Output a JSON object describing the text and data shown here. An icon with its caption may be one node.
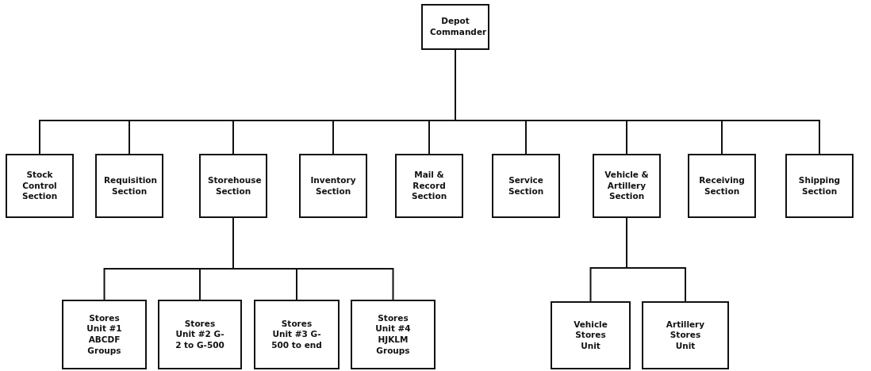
{
  "diagram": {
    "nodes": [
      {
        "text": [
          "Depot Commander"
        ]
      },
      {
        "text": [
          "Stock Control Section"
        ]
      },
      {
        "text": [
          "Requisition Section"
        ]
      },
      {
        "text": [
          "Storehouse Section"
        ]
      },
      {
        "text": [
          "Inventory Section"
        ]
      },
      {
        "text": [
          "Mail & Record Section"
        ]
      },
      {
        "text": [
          "Service Section"
        ]
      },
      {
        "text": [
          "Vehicle & Artillery Section"
        ]
      },
      {
        "text": [
          "Receiving Section"
        ]
      },
      {
        "text": [
          "Shipping Section"
        ]
      },
      {
        "text": [
          "Stores Unit #1 ABCDF Groups"
        ]
      },
      {
        "text": [
          "Stores Unit #2 G-2 to G-500"
        ]
      },
      {
        "text": [
          "Stores Unit #3 G-500 to end"
        ]
      },
      {
        "text": [
          "Stores Unit #4 HJKLM Groups"
        ]
      },
      {
        "text": [
          "Vehicle Stores Unit"
        ]
      },
      {
        "text": [
          "Artillery Stores Unit"
        ]
      }
    ],
    "edges": [
      {
        "from": 0,
        "to": 1,
        "arrow": "none"
      },
      {
        "from": 0,
        "to": 2,
        "arrow": "none"
      },
      {
        "from": 0,
        "to": 3,
        "arrow": "none"
      },
      {
        "from": 0,
        "to": 4,
        "arrow": "none"
      },
      {
        "from": 0,
        "to": 5,
        "arrow": "none"
      },
      {
        "from": 0,
        "to": 6,
        "arrow": "none"
      },
      {
        "from": 0,
        "to": 7,
        "arrow": "none"
      },
      {
        "from": 0,
        "to": 8,
        "arrow": "none"
      },
      {
        "from": 0,
        "to": 9,
        "arrow": "none"
      },
      {
        "from": 3,
        "to": 10,
        "arrow": "none"
      },
      {
        "from": 3,
        "to": 11,
        "arrow": "none"
      },
      {
        "from": 3,
        "to": 12,
        "arrow": "none"
      },
      {
        "from": 3,
        "to": 13,
        "arrow": "none"
      },
      {
        "from": 7,
        "to": 14,
        "arrow": "none"
      },
      {
        "from": 7,
        "to": 15,
        "arrow": "none"
      }
    ]
  }
}
